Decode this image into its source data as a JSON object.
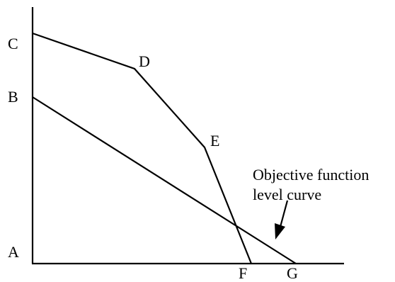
{
  "points": {
    "A": "A",
    "B": "B",
    "C": "C",
    "D": "D",
    "E": "E",
    "F": "F",
    "G": "G"
  },
  "annotation": {
    "line1": "Objective function",
    "line2": "level curve"
  }
}
